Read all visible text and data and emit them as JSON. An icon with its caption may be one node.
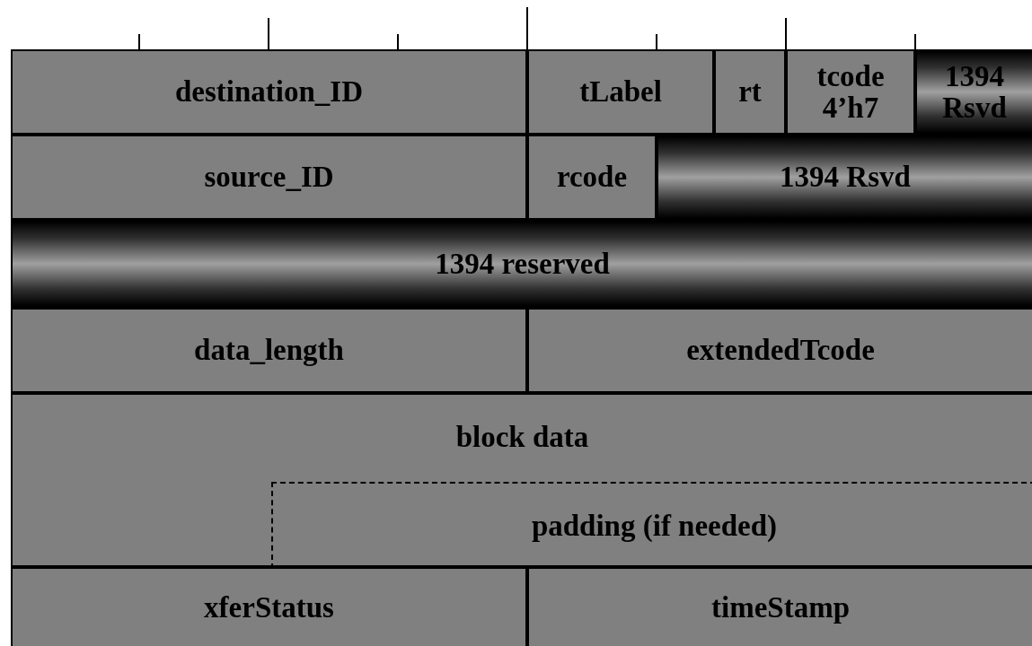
{
  "diagram": {
    "nodes": [
      {
        "text": [
          "destination_ID"
        ]
      },
      {
        "text": [
          "tLabel"
        ]
      },
      {
        "text": [
          "rt"
        ]
      },
      {
        "text": [
          "tcode 4’h7"
        ]
      },
      {
        "text": [
          "1394 Rsvd"
        ]
      },
      {
        "text": [
          "source_ID"
        ]
      },
      {
        "text": [
          "rcode"
        ]
      },
      {
        "text": [
          "1394 Rsvd"
        ]
      },
      {
        "text": [
          "1394 reserved"
        ]
      },
      {
        "text": [
          "data_length"
        ]
      },
      {
        "text": [
          "extendedTcode"
        ]
      },
      {
        "text": [
          "block data"
        ]
      },
      {
        "text": [
          "padding (if needed)"
        ],
        "in": 11
      },
      {
        "text": [
          "xferStatus"
        ]
      },
      {
        "text": [
          "timeStamp"
        ]
      }
    ]
  }
}
